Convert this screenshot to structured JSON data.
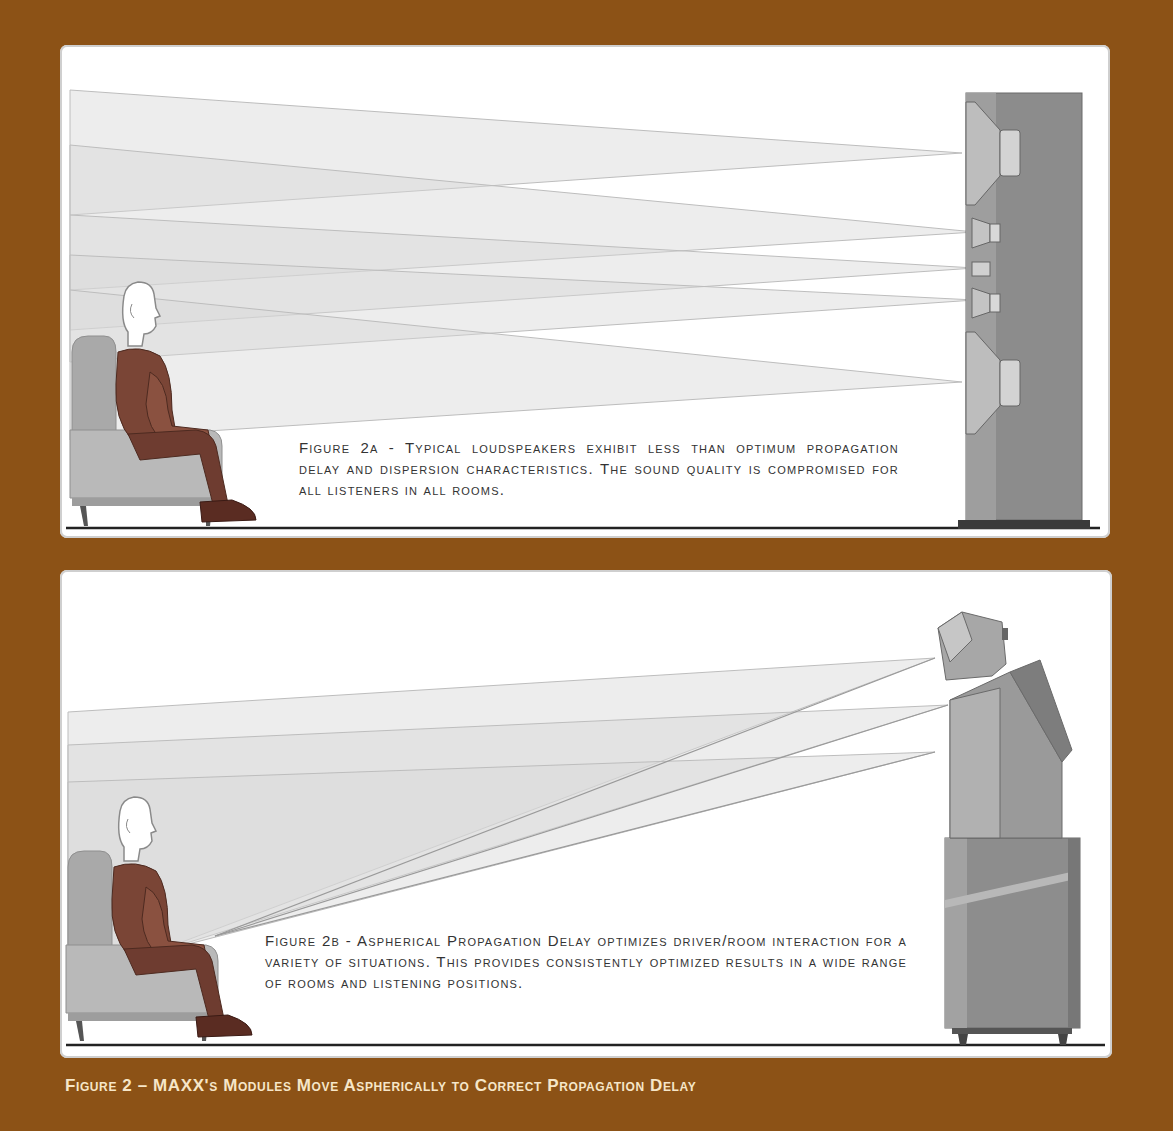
{
  "diagram": {
    "caption": "Figure 2 – MAXX's Modules Move Aspherically to Correct Propagation Delay",
    "nodes": [
      {
        "text": [
          "Figure 2a - Typical loudspeakers exhibit less than optimum propagation delay and dispersion characteristics. The sound quality is compromised for all listeners in all rooms."
        ]
      },
      {
        "text": [
          "Figure 2b - Aspherical Propagation Delay optimizes driver/room interaction for a variety of situations. This provides consistently optimized results in a wide range of rooms and listening positions."
        ]
      }
    ]
  }
}
